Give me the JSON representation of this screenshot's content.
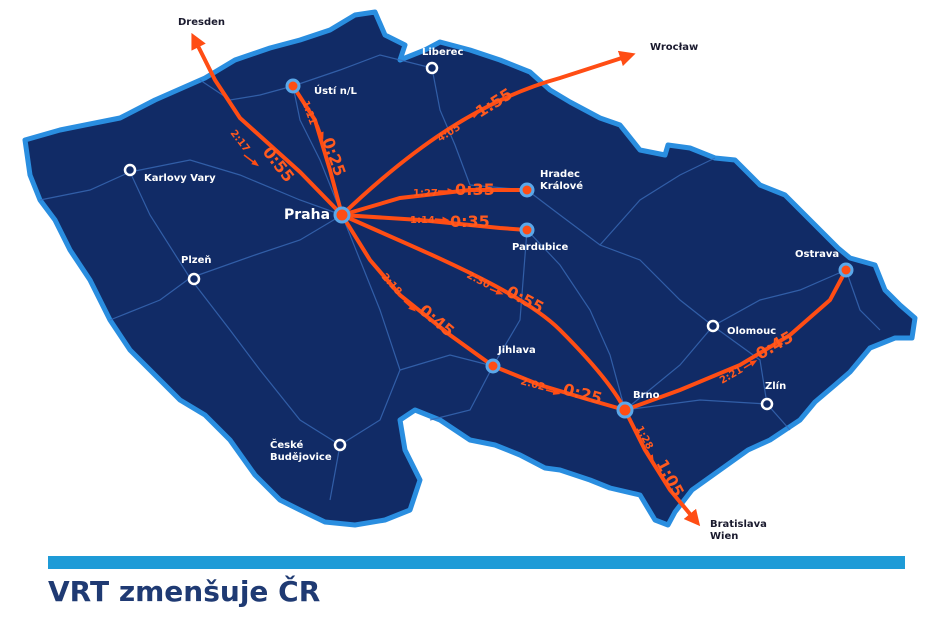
{
  "title": "VRT zmenšuje ČR",
  "colors": {
    "country_fill": "#112b66",
    "border": "#2a8ee0",
    "route": "#ff4d14",
    "stripe": "#1e9bd7",
    "title": "#1f3a73"
  },
  "cities": [
    {
      "id": "praha",
      "name": "Praha",
      "type": "hub"
    },
    {
      "id": "usti",
      "name": "Ústí n/L",
      "type": "hub"
    },
    {
      "id": "liberec",
      "name": "Liberec",
      "type": "city"
    },
    {
      "id": "karlovy",
      "name": "Karlovy Vary",
      "type": "city"
    },
    {
      "id": "hradec",
      "name": "Hradec\nKrálové",
      "type": "hub"
    },
    {
      "id": "pardubice",
      "name": "Pardubice",
      "type": "hub"
    },
    {
      "id": "plzen",
      "name": "Plzeň",
      "type": "city"
    },
    {
      "id": "jihlava",
      "name": "Jihlava",
      "type": "hub"
    },
    {
      "id": "brno",
      "name": "Brno",
      "type": "hub"
    },
    {
      "id": "olomouc",
      "name": "Olomouc",
      "type": "city"
    },
    {
      "id": "ostrava",
      "name": "Ostrava",
      "type": "hub"
    },
    {
      "id": "zlin",
      "name": "Zlín",
      "type": "city"
    },
    {
      "id": "cb",
      "name": "České\nBudějovice",
      "type": "city"
    }
  ],
  "external": [
    {
      "id": "dresden",
      "name": "Dresden"
    },
    {
      "id": "wroclaw",
      "name": "Wrocław"
    },
    {
      "id": "bratislava",
      "name": "Bratislava\nWien"
    }
  ],
  "routes": [
    {
      "id": "praha-dresden",
      "old": "2:17",
      "new": "0:55"
    },
    {
      "id": "praha-usti",
      "old": "1:11",
      "new": "0:25"
    },
    {
      "id": "praha-wroclaw",
      "old": "4:05",
      "new": "1:55"
    },
    {
      "id": "praha-hradec",
      "old": "1:27",
      "new": "0:35"
    },
    {
      "id": "praha-pardubice",
      "old": "1:14",
      "new": "0:35"
    },
    {
      "id": "praha-brno",
      "old": "2:30",
      "new": "0:55"
    },
    {
      "id": "praha-jihlava",
      "old": "2:18",
      "new": "0:45"
    },
    {
      "id": "jihlava-brno",
      "old": "2:02",
      "new": "0:25"
    },
    {
      "id": "brno-ostrava",
      "old": "2:21",
      "new": "0:45"
    },
    {
      "id": "brno-bratislava",
      "old": "1:28",
      "new": "1:05"
    }
  ]
}
